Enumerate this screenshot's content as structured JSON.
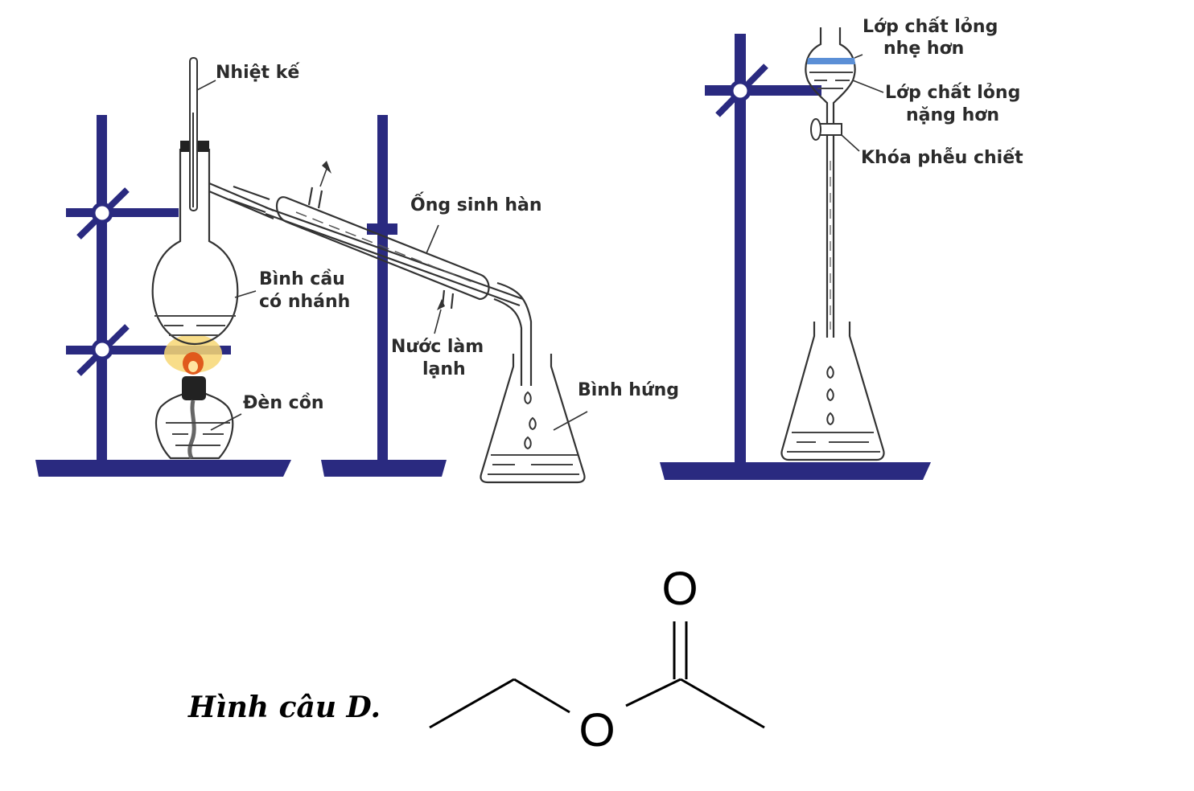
{
  "distillation": {
    "thermometer": "Nhiệt kế",
    "condenser": "Ống sinh hàn",
    "flask_line1": "Bình cầu",
    "flask_line2": "có nhánh",
    "cooling_line1": "Nước làm",
    "cooling_line2": "lạnh",
    "lamp": "Đèn cồn",
    "receiver": "Bình hứng"
  },
  "extraction": {
    "light_line1": "Lớp chất lỏng",
    "light_line2": "nhẹ hơn",
    "heavy_line1": "Lớp chất lỏng",
    "heavy_line2": "nặng hơn",
    "stopcock": "Khóa phễu chiết"
  },
  "molecule": {
    "oxygen_top": "O",
    "oxygen_ester": "O"
  },
  "caption": "Hình câu D.",
  "colors": {
    "stand": "#2a2a80",
    "light_layer": "#5b8fd6",
    "flame": "#f5c542"
  }
}
